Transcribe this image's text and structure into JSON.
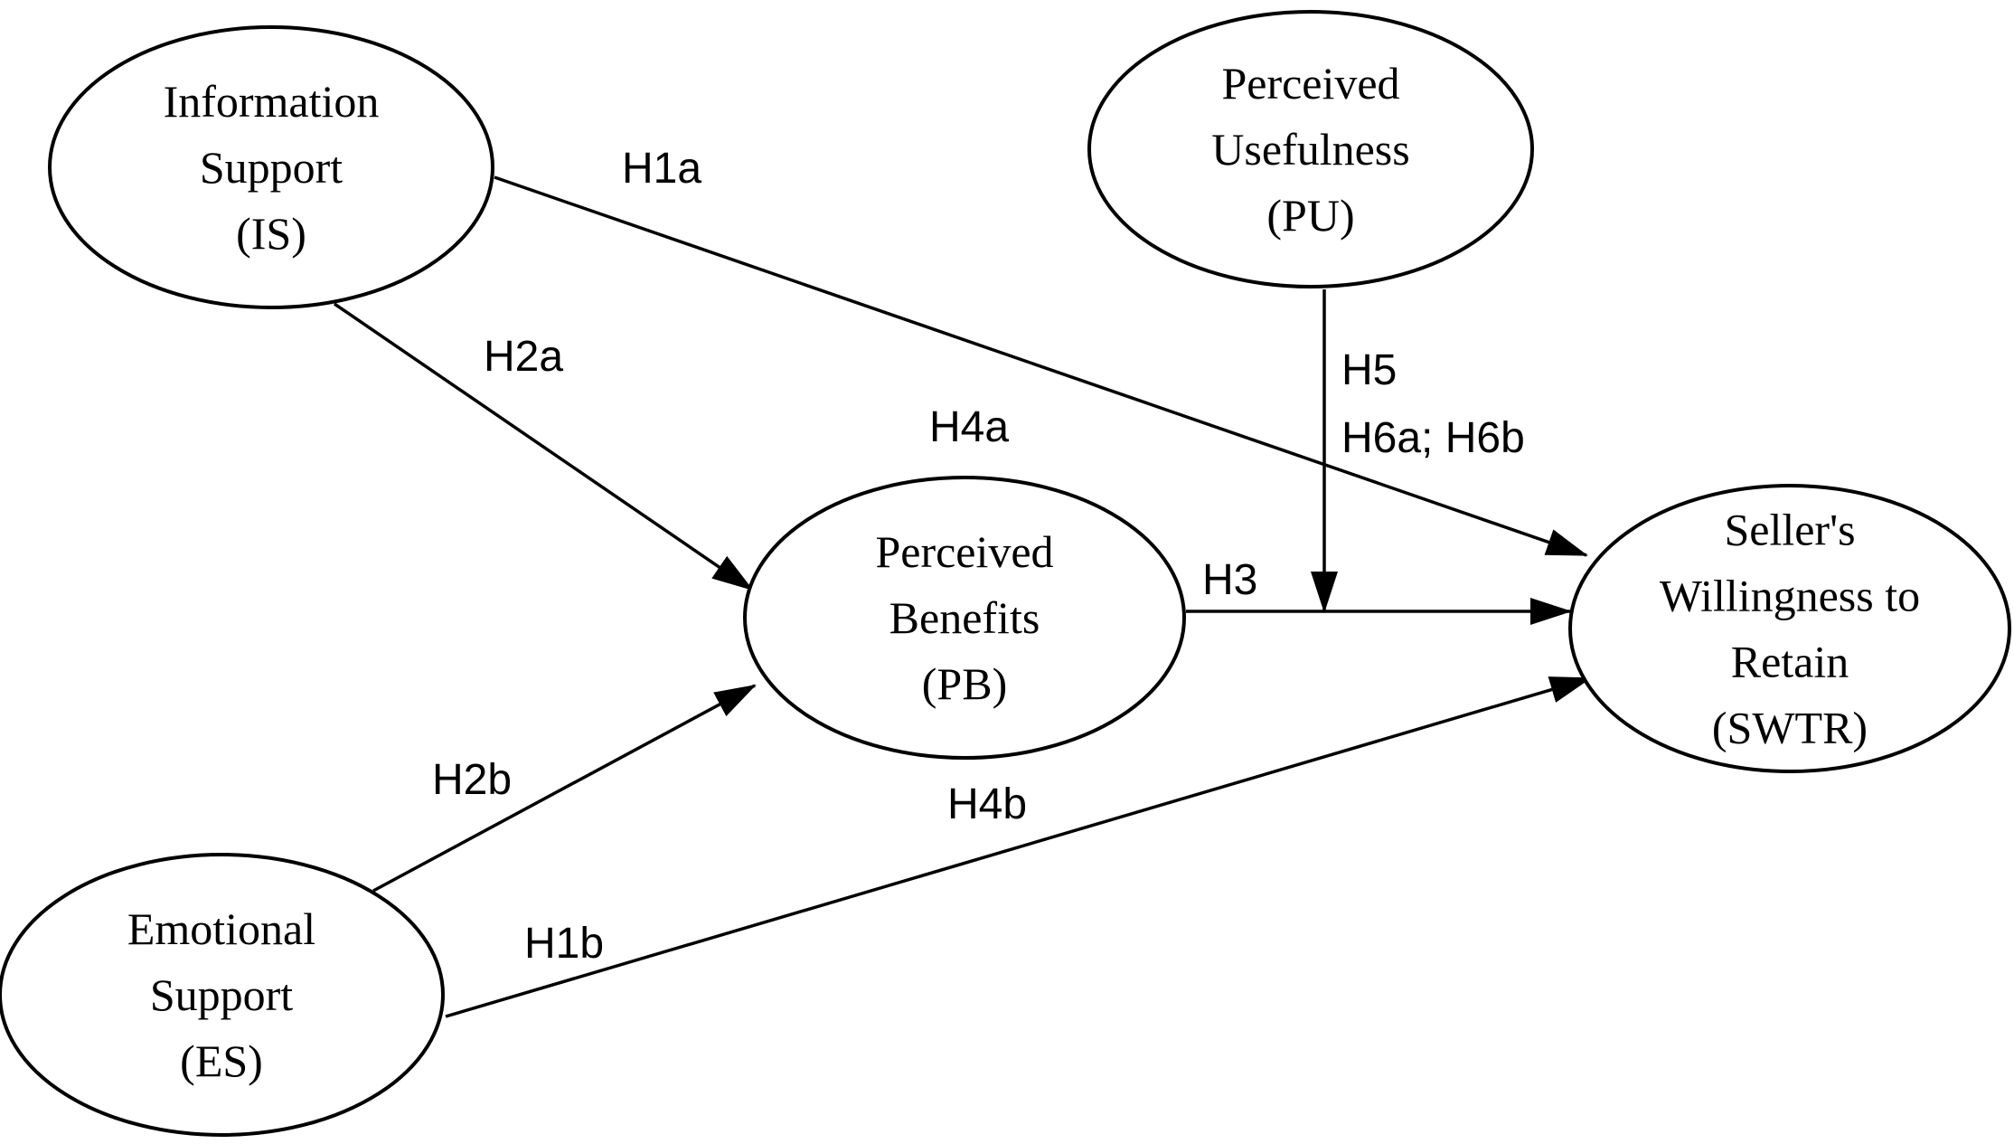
{
  "colors": {
    "stroke": "#000000",
    "background": "#ffffff"
  },
  "nodes": [
    {
      "id": "is",
      "lines": [
        "Information",
        "Support",
        "(IS)"
      ]
    },
    {
      "id": "pu",
      "lines": [
        "Perceived",
        "Usefulness",
        "(PU)"
      ]
    },
    {
      "id": "pb",
      "lines": [
        "Perceived",
        "Benefits",
        "(PB)"
      ]
    },
    {
      "id": "swtr",
      "lines": [
        "Seller's",
        "Willingness to",
        "Retain",
        "(SWTR)"
      ]
    },
    {
      "id": "es",
      "lines": [
        "Emotional",
        "Support",
        "(ES)"
      ]
    }
  ],
  "edges": [
    {
      "id": "h1a",
      "from": "is",
      "to": "swtr",
      "label": "H1a"
    },
    {
      "id": "h2a",
      "from": "is",
      "to": "pb",
      "label": "H2a"
    },
    {
      "id": "h2b",
      "from": "es",
      "to": "pb",
      "label": "H2b"
    },
    {
      "id": "h1b",
      "from": "es",
      "to": "swtr",
      "label": "H1b"
    },
    {
      "id": "h3",
      "from": "pb",
      "to": "swtr",
      "label": "H3"
    },
    {
      "id": "h5",
      "from": "pu",
      "to": "h3",
      "label": "H5"
    }
  ],
  "annotations": [
    {
      "id": "h6ab",
      "text": "H6a; H6b"
    },
    {
      "id": "h4a",
      "text": "H4a"
    },
    {
      "id": "h4b",
      "text": "H4b"
    }
  ]
}
